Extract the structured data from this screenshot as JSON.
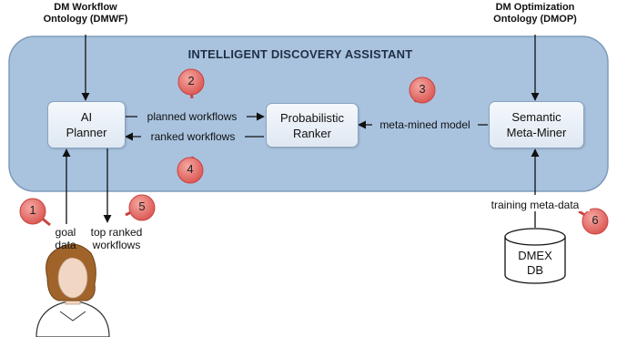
{
  "ontologies": {
    "dmwf": {
      "line1": "DM Workflow",
      "line2": "Ontology (DMWF)"
    },
    "dmop": {
      "line1": "DM Optimization",
      "line2": "Ontology (DMOP)"
    }
  },
  "ida_title": "INTELLIGENT DISCOVERY ASSISTANT",
  "boxes": {
    "planner": {
      "line1": "AI",
      "line2": "Planner"
    },
    "ranker": {
      "line1": "Probabilistic",
      "line2": "Ranker"
    },
    "metaminer": {
      "line1": "Semantic",
      "line2": "Meta-Miner"
    }
  },
  "edges": {
    "planned": "planned workflows",
    "ranked": "ranked workflows",
    "metamined": "meta-mined model",
    "training": "training meta-data",
    "goal_line1": "goal",
    "goal_line2": "data",
    "top_line1": "top ranked",
    "top_line2": "workflows"
  },
  "database": {
    "line1": "DMEX",
    "line2": "DB"
  },
  "badges": [
    "1",
    "2",
    "3",
    "4",
    "5",
    "6"
  ],
  "colors": {
    "panel_fill": "#a9c3df",
    "panel_border": "#7f9bbb",
    "badge_fill": "#e8645f",
    "hair": "#a0642a",
    "skin": "#f2d6c4"
  }
}
